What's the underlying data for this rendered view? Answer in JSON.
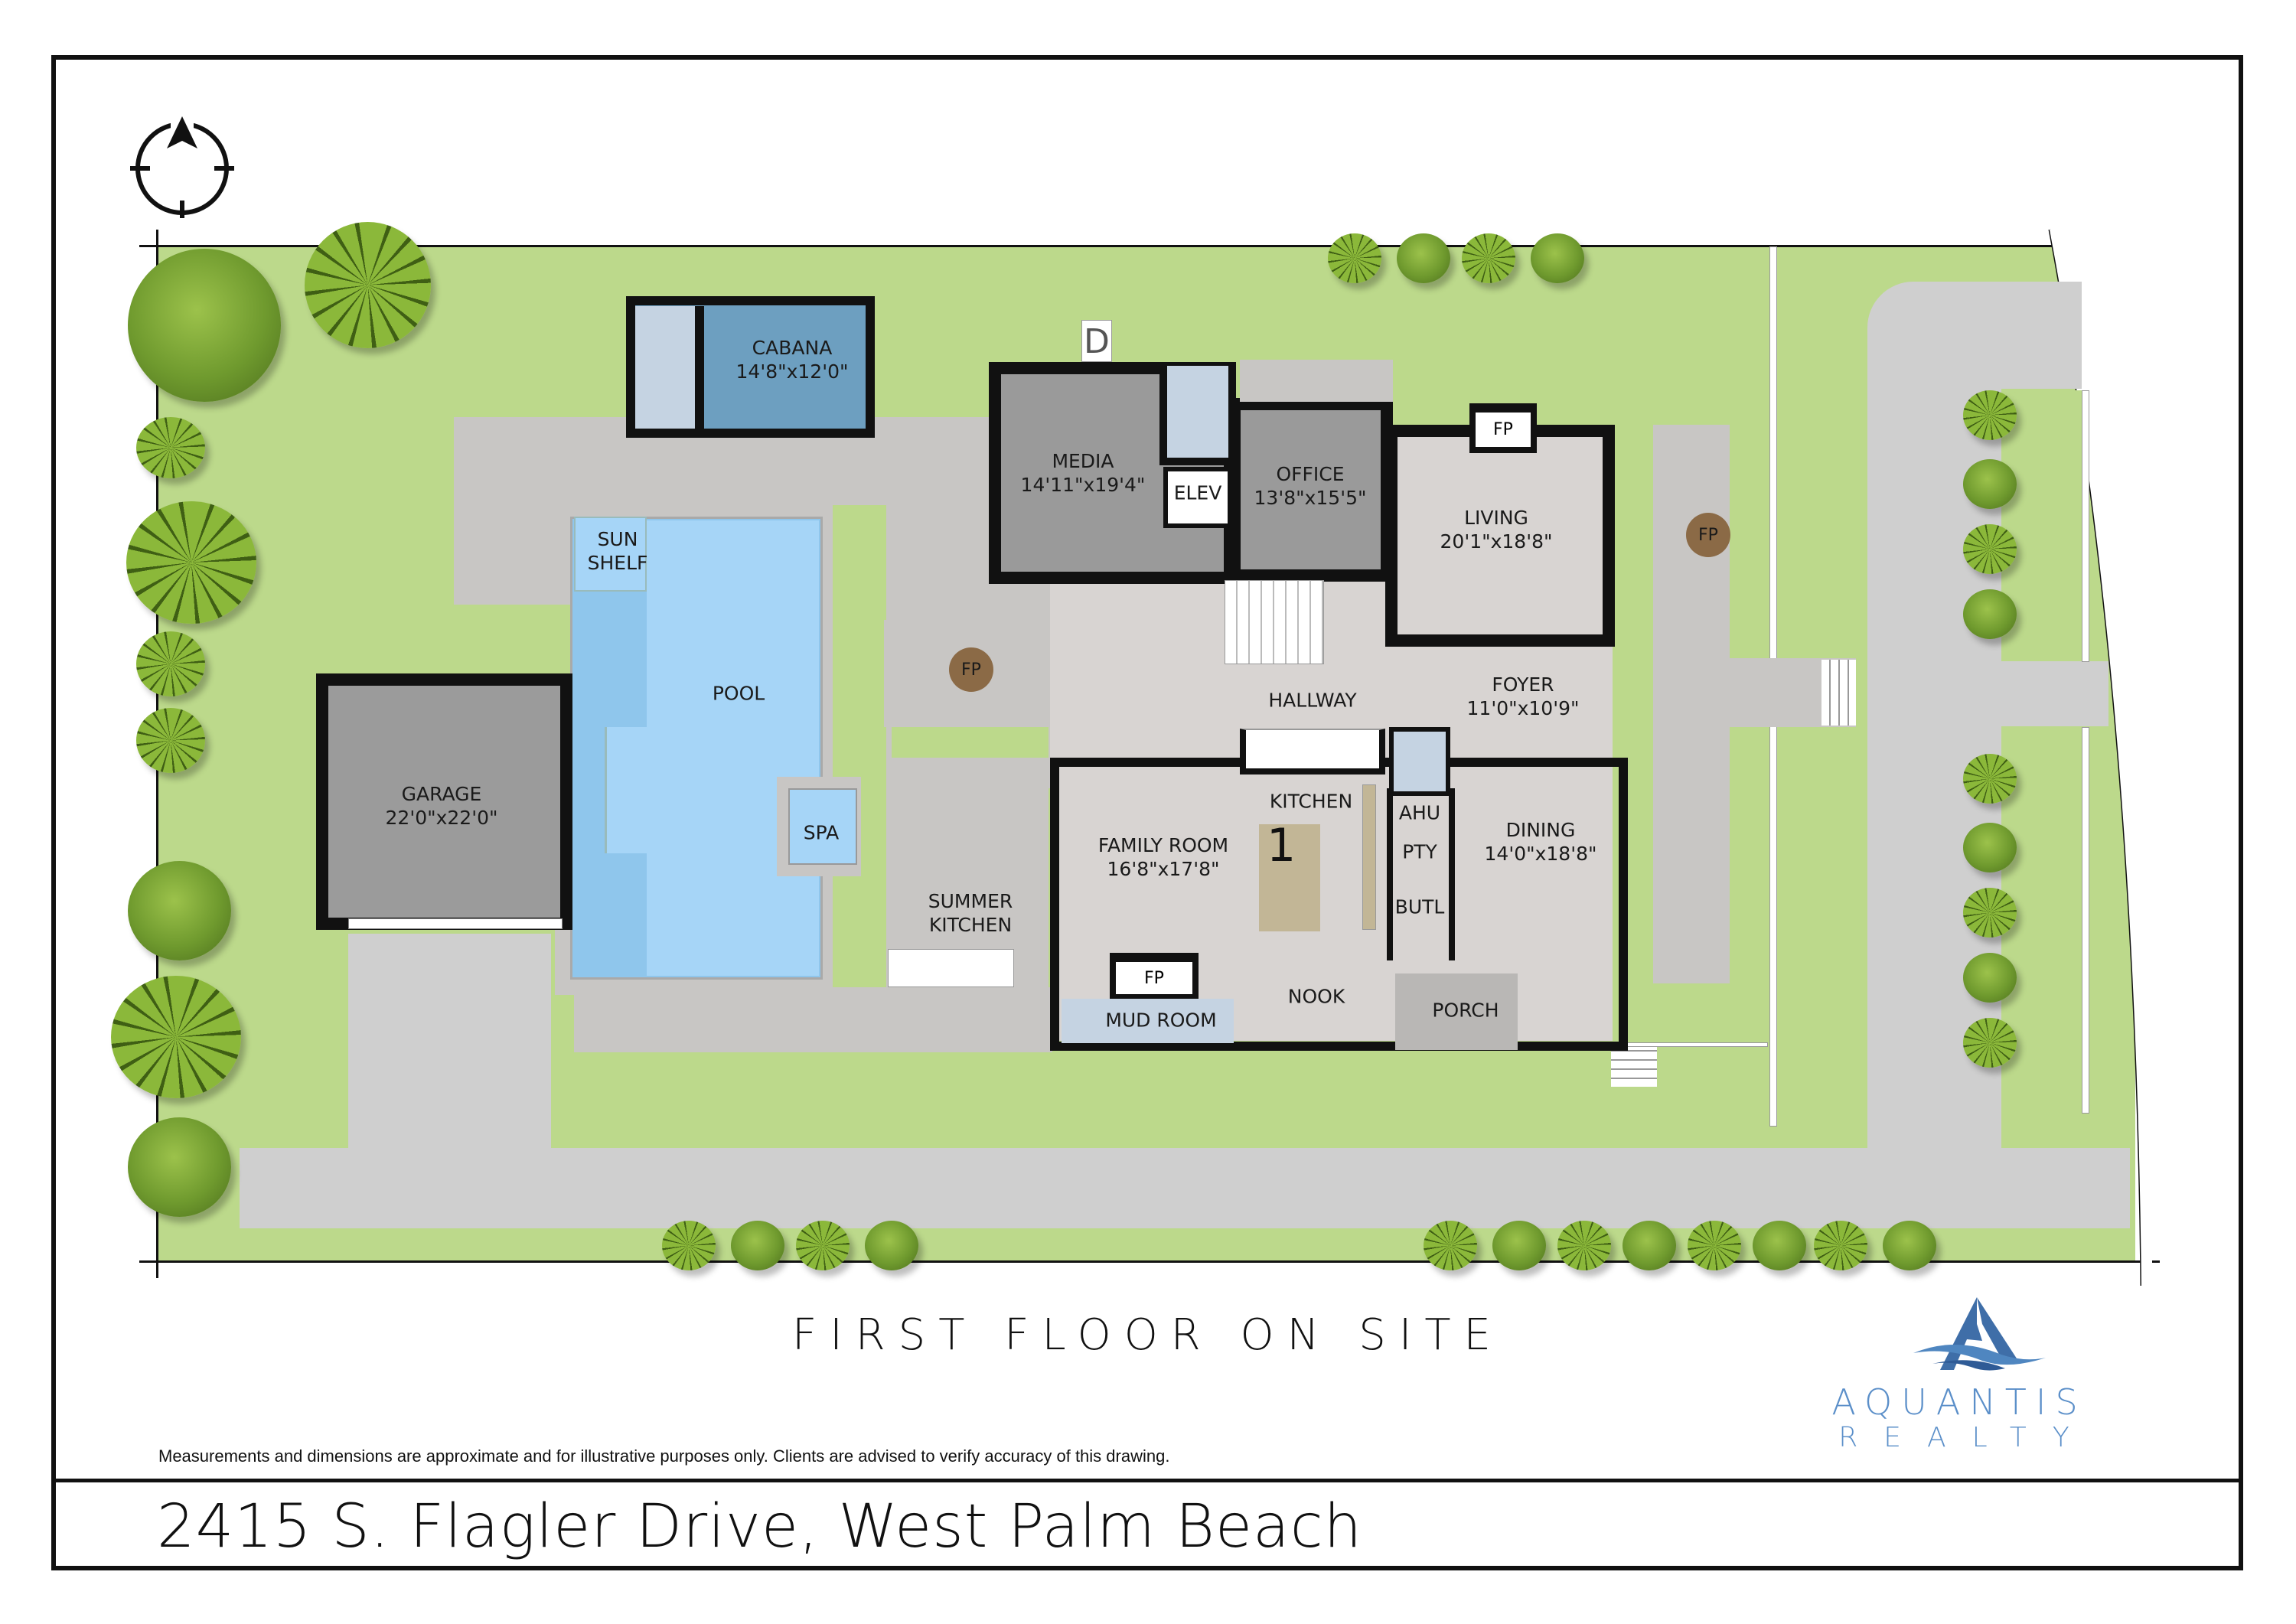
{
  "drawing": {
    "caption": "FIRST FLOOR ON SITE",
    "disclaimer": "Measurements and dimensions are approximate and for illustrative purposes only. Clients are advised to verify accuracy of this drawing.",
    "address": "2415 S. Flagler Drive, West Palm Beach",
    "north_arrow": "north-arrow-compass"
  },
  "brand": {
    "name": "AQUANTIS",
    "tagline": "REALTY",
    "accent_color": "#3f6ea8",
    "text_color": "#5b8fc9"
  },
  "colors": {
    "grass": "#bcd98b",
    "paving": "#c8c6c4",
    "pool": "#a6d5f7",
    "cabana": "#6d9fc0",
    "media_office": "#9a9a9a",
    "interior": "#d8d4d2",
    "garage": "#9b9b9b",
    "fireplace": "#8b6a46"
  },
  "rooms": {
    "cabana": {
      "name": "CABANA",
      "dims": "14'8\"x12'0\""
    },
    "media": {
      "name": "MEDIA",
      "dims": "14'11\"x19'4\""
    },
    "elev": {
      "name": "ELEV"
    },
    "office": {
      "name": "OFFICE",
      "dims": "13'8\"x15'5\""
    },
    "living": {
      "name": "LIVING",
      "dims": "20'1\"x18'8\""
    },
    "foyer": {
      "name": "FOYER",
      "dims": "11'0\"x10'9\""
    },
    "hallway": {
      "name": "HALLWAY"
    },
    "kitchen": {
      "name": "KITCHEN"
    },
    "family_room": {
      "name": "FAMILY ROOM",
      "dims": "16'8\"x17'8\""
    },
    "dining": {
      "name": "DINING",
      "dims": "14'0\"x18'8\""
    },
    "ahu": {
      "name": "AHU"
    },
    "pty": {
      "name": "PTY"
    },
    "butl": {
      "name": "BUTL"
    },
    "nook": {
      "name": "NOOK"
    },
    "porch": {
      "name": "PORCH"
    },
    "mud_room": {
      "name": "MUD ROOM"
    },
    "summer_kitchen": {
      "name": "SUMMER\nKITCHEN",
      "line1": "SUMMER",
      "line2": "KITCHEN"
    },
    "garage": {
      "name": "GARAGE",
      "dims": "22'0\"x22'0\""
    },
    "pool": {
      "name": "POOL"
    },
    "spa": {
      "name": "SPA"
    },
    "sun_shelf": {
      "name": "SUN SHELF",
      "line1": "SUN",
      "line2": "SHELF"
    }
  },
  "fireplaces": {
    "living": "FP",
    "family": "FP",
    "patio_west": "FP",
    "patio_east": "FP"
  },
  "kitchen_island_mark": "1",
  "symbols": {
    "dumpster_pad": "D"
  }
}
